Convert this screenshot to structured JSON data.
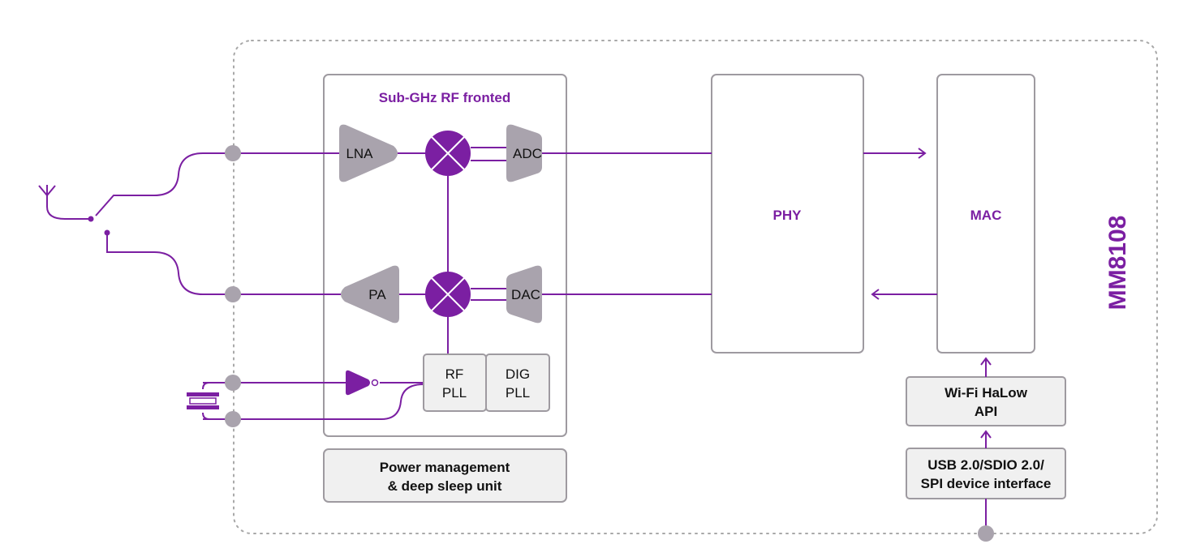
{
  "chip_label": "MM8108",
  "rf_frontend_title": "Sub-GHz RF fronted",
  "blocks": {
    "lna": "LNA",
    "pa": "PA",
    "adc": "ADC",
    "dac": "DAC",
    "rf_pll_line1": "RF",
    "rf_pll_line2": "PLL",
    "dig_pll_line1": "DIG",
    "dig_pll_line2": "PLL",
    "phy": "PHY",
    "mac": "MAC",
    "power_line1": "Power management",
    "power_line2": "& deep sleep unit",
    "api_line1": "Wi-Fi HaLow",
    "api_line2": "API",
    "iface_line1": "USB 2.0/SDIO 2.0/",
    "iface_line2": "SPI device interface"
  },
  "colors": {
    "accent": "#7b1fa2",
    "block_fill": "#a9a3ad",
    "box_stroke": "#9e9aa0",
    "light_box_fill": "#f0f0f0",
    "dotted_border": "#a8a8a8"
  }
}
